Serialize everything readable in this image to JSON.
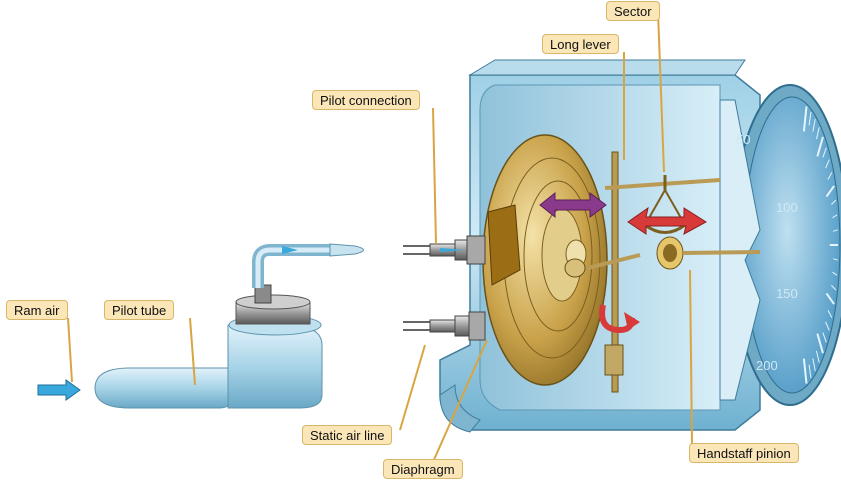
{
  "labels": {
    "ram_air": "Ram air",
    "pitot_tube": "Pilot tube",
    "pitot_connection": "Pilot connection",
    "static_air_line": "Static air line",
    "diaphragm": "Diaphragm",
    "long_lever": "Long lever",
    "sector": "Sector",
    "handstaff_pinion": "Handstaff pinion"
  },
  "dial": {
    "numbers": [
      "50",
      "100",
      "150",
      "200"
    ]
  },
  "colors": {
    "label_fill": "#fbe6b8",
    "label_border": "#d8b66a",
    "leader_line": "#d8a542",
    "case_blue": "#8ec7df",
    "dial_blue": "#5aa6cf",
    "diaphragm_gold": "#c9a24a",
    "motion_arrow_red": "#d83a3a",
    "motion_arrow_purple": "#8a3a8a",
    "air_arrow_blue": "#39a9dd"
  }
}
